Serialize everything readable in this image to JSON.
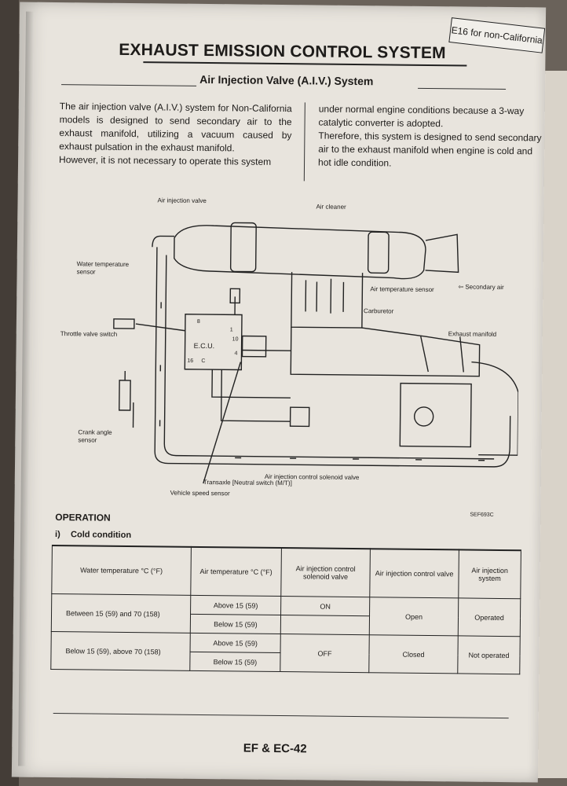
{
  "header": {
    "badge": "E16 for non-California",
    "title": "EXHAUST EMISSION CONTROL SYSTEM",
    "subtitle": "Air Injection Valve (A.I.V.) System"
  },
  "intro": {
    "left": [
      "The air injection valve (A.I.V.) system for Non-California models is designed to send secondary air to the exhaust manifold, utilizing a vacuum caused by exhaust pulsation in the exhaust manifold.",
      "However, it is not necessary to operate this system"
    ],
    "right": [
      "under normal engine conditions because a 3-way catalytic converter is adopted.",
      "Therefore, this system is designed to send secondary air to the exhaust manifold when engine is cold and hot idle condition."
    ]
  },
  "diagram": {
    "labels": {
      "air_injection_valve": "Air injection valve",
      "air_cleaner": "Air cleaner",
      "water_temp_sensor": "Water temperature sensor",
      "air_temp_sensor": "Air temperature sensor",
      "secondary_air": "Secondary air",
      "carburetor": "Carburetor",
      "exhaust_manifold": "Exhaust manifold",
      "throttle_valve_switch": "Throttle valve switch",
      "ecu": "E.C.U.",
      "crank_angle_sensor": "Crank angle sensor",
      "aic_solenoid": "Air injection control solenoid valve",
      "transaxle": "Transaxle [Neutral switch (M/T)]",
      "vehicle_speed_sensor": "Vehicle speed sensor",
      "pin_8": "8",
      "pin_1": "1",
      "pin_10": "10",
      "pin_4": "4",
      "pin_16": "16",
      "pin_c": "C"
    },
    "figure_code": "SEF693C"
  },
  "operation": {
    "heading": "OPERATION",
    "sub_num": "i)",
    "sub_title": "Cold condition",
    "headers": [
      "Water temperature °C (°F)",
      "Air temperature °C (°F)",
      "Air injection control solenoid valve",
      "Air injection control valve",
      "Air injection system"
    ],
    "rows": [
      {
        "water": "Between 15 (59) and 70 (158)",
        "air1": "Above 15 (59)",
        "air2": "Below 15 (59)",
        "solenoid": "ON",
        "control_valve": "Open",
        "system": "Operated"
      },
      {
        "water": "Below 15 (59), above 70 (158)",
        "air1": "Above 15 (59)",
        "air2": "Below 15 (59)",
        "solenoid": "OFF",
        "control_valve": "Closed",
        "system": "Not operated"
      }
    ]
  },
  "footer": {
    "page_number": "EF & EC-42"
  },
  "colors": {
    "paper": "#e8e4dd",
    "ink": "#1d1b19",
    "background": "#6a625a"
  }
}
